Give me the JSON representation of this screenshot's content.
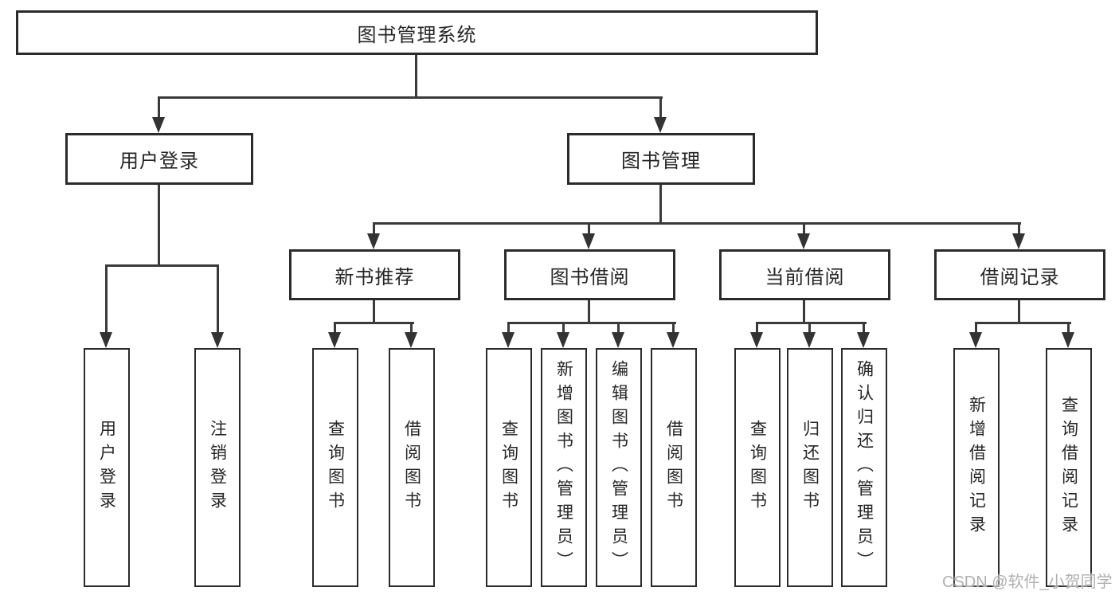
{
  "root": {
    "label": "图书管理系统"
  },
  "level2": [
    {
      "label": "用户登录"
    },
    {
      "label": "图书管理"
    }
  ],
  "level3": [
    {
      "label": "新书推荐"
    },
    {
      "label": "图书借阅"
    },
    {
      "label": "当前借阅"
    },
    {
      "label": "借阅记录"
    }
  ],
  "leaves": [
    {
      "label": "用户登录"
    },
    {
      "label": "注销登录"
    },
    {
      "label": "查询图书"
    },
    {
      "label": "借阅图书"
    },
    {
      "label": "查询图书"
    },
    {
      "label": "新增图书（管理员）"
    },
    {
      "label": "编辑图书（管理员）"
    },
    {
      "label": "借阅图书"
    },
    {
      "label": "查询图书"
    },
    {
      "label": "归还图书"
    },
    {
      "label": "确认归还（管理员）"
    },
    {
      "label": "新增借阅记录"
    },
    {
      "label": "查询借阅记录"
    }
  ],
  "watermark": {
    "text": "CSDN @软件_小贺同学"
  },
  "colors": {
    "line": "#3a3a3a",
    "border": "#2b2b2b",
    "text": "#262626",
    "watermark": "#b0b0b0",
    "background": "#ffffff"
  }
}
